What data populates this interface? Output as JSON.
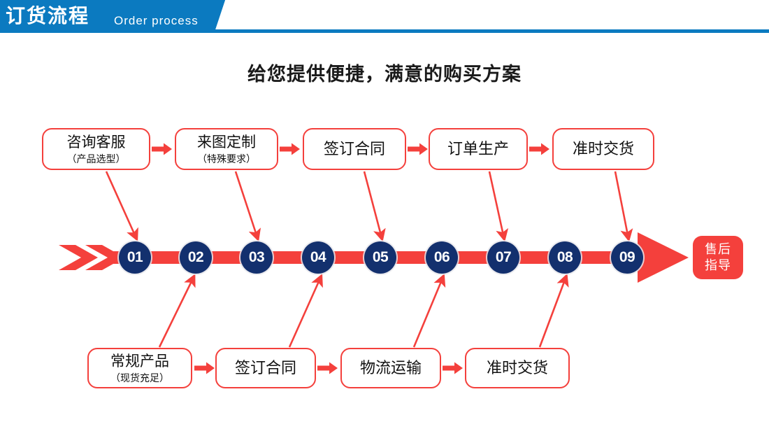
{
  "header": {
    "title_cn": "订货流程",
    "title_en": "Order process",
    "banner_color": "#0b7ac0",
    "rule_color": "#0b7ac0"
  },
  "subtitle": "给您提供便捷，满意的购买方案",
  "colors": {
    "accent_red": "#f4403c",
    "circle_navy": "#13306e",
    "text_dark": "#111111",
    "white": "#ffffff"
  },
  "top_row": [
    {
      "line1": "咨询客服",
      "line2": "（产品选型）"
    },
    {
      "line1": "来图定制",
      "line2": "（特殊要求）"
    },
    {
      "line1": "签订合同",
      "line2": ""
    },
    {
      "line1": "订单生产",
      "line2": ""
    },
    {
      "line1": "准时交货",
      "line2": ""
    }
  ],
  "bottom_row": [
    {
      "line1": "常规产品",
      "line2": "（现货充足）"
    },
    {
      "line1": "签订合同",
      "line2": ""
    },
    {
      "line1": "物流运输",
      "line2": ""
    },
    {
      "line1": "准时交货",
      "line2": ""
    }
  ],
  "steps": [
    {
      "number": "01"
    },
    {
      "number": "02"
    },
    {
      "number": "03"
    },
    {
      "number": "04"
    },
    {
      "number": "05"
    },
    {
      "number": "06"
    },
    {
      "number": "07"
    },
    {
      "number": "08"
    },
    {
      "number": "09"
    }
  ],
  "after_sales": {
    "line1": "售后",
    "line2": "指导"
  }
}
